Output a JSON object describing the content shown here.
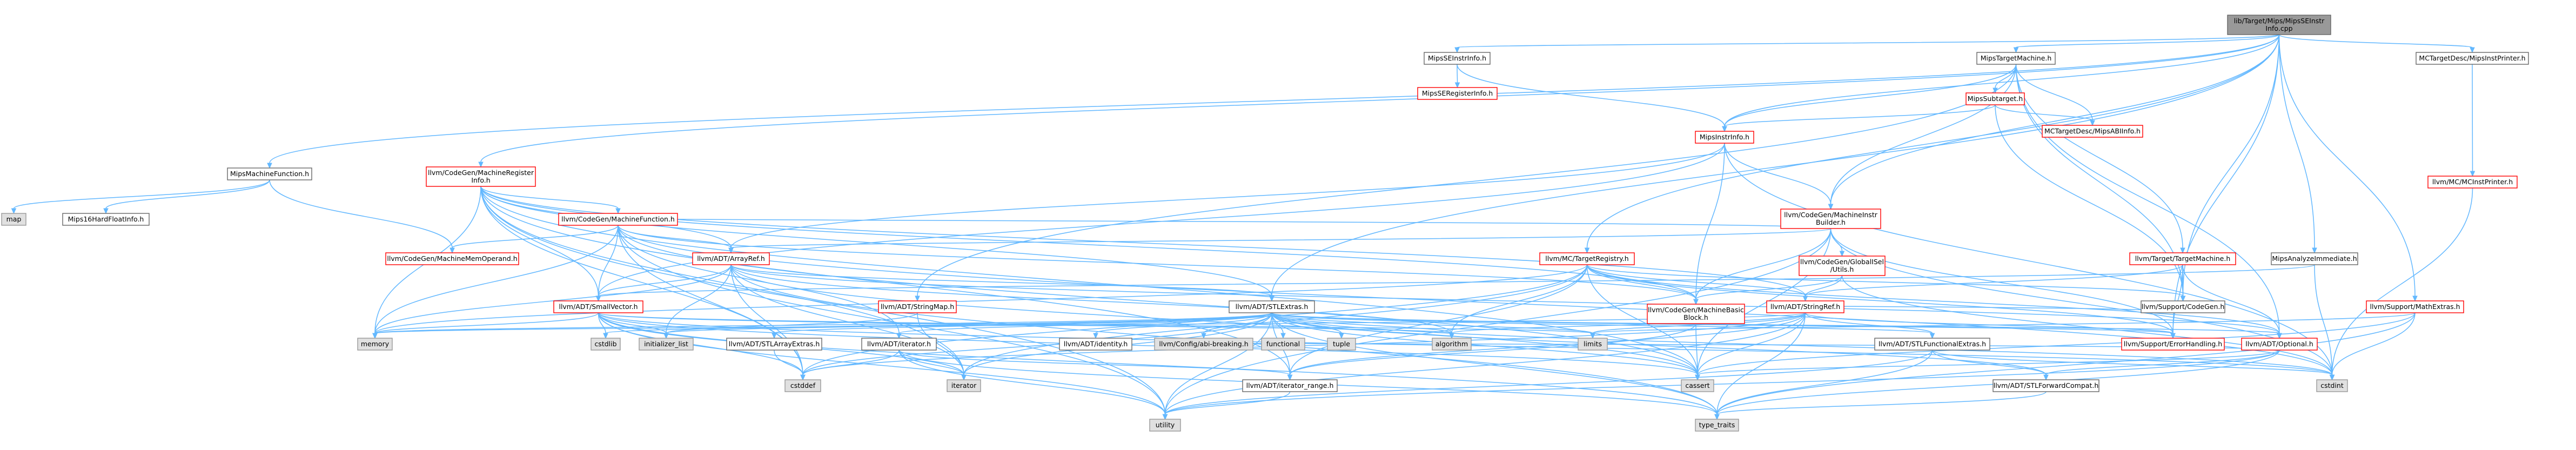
{
  "colors": {
    "edge": "#63b8ff",
    "border_red": "#ff0000",
    "border_gray": "#999999",
    "border_dark": "#666666",
    "fill_default": "#ffffff",
    "fill_gray": "#e0e0e0",
    "fill_root": "#999999",
    "text": "#000000"
  },
  "nodes": [
    {
      "id": "root",
      "label": [
        "lib/Target/Mips/MipsSEInstr",
        "Info.cpp"
      ],
      "style": "root"
    },
    {
      "id": "tm",
      "label": [
        "MipsTargetMachine.h"
      ],
      "style": "plain"
    },
    {
      "id": "seii",
      "label": [
        "MipsSEInstrInfo.h"
      ],
      "style": "plain"
    },
    {
      "id": "mctd",
      "label": [
        "MCTargetDesc/MipsInstPrinter.h"
      ],
      "style": "plain"
    },
    {
      "id": "serinfo",
      "label": [
        "MipsSERegisterInfo.h"
      ],
      "style": "red"
    },
    {
      "id": "subtarget",
      "label": [
        "MipsSubtarget.h"
      ],
      "style": "red"
    },
    {
      "id": "mcabi",
      "label": [
        "MCTargetDesc/MipsABIInfo.h"
      ],
      "style": "red"
    },
    {
      "id": "mcinstprinter",
      "label": [
        "llvm/MC/MCInstPrinter.h"
      ],
      "style": "red"
    },
    {
      "id": "instrinfo",
      "label": [
        "MipsInstrInfo.h"
      ],
      "style": "red"
    },
    {
      "id": "mmf",
      "label": [
        "MipsMachineFunction.h"
      ],
      "style": "plain"
    },
    {
      "id": "mrinfo",
      "label": [
        "llvm/CodeGen/MachineRegister",
        "Info.h"
      ],
      "style": "red"
    },
    {
      "id": "mib",
      "label": [
        "llvm/CodeGen/MachineInstr",
        "Builder.h"
      ],
      "style": "red"
    },
    {
      "id": "map",
      "label": [
        "map"
      ],
      "style": "gray"
    },
    {
      "id": "m16",
      "label": [
        "Mips16HardFloatInfo.h"
      ],
      "style": "plain"
    },
    {
      "id": "mfunc",
      "label": [
        "llvm/CodeGen/MachineFunction.h"
      ],
      "style": "red"
    },
    {
      "id": "mmo",
      "label": [
        "llvm/CodeGen/MachineMemOperand.h"
      ],
      "style": "red"
    },
    {
      "id": "arrayref",
      "label": [
        "llvm/ADT/ArrayRef.h"
      ],
      "style": "red"
    },
    {
      "id": "treg",
      "label": [
        "llvm/MC/TargetRegistry.h"
      ],
      "style": "red"
    },
    {
      "id": "gisel",
      "label": [
        "llvm/CodeGen/GlobalISel",
        "/Utils.h"
      ],
      "style": "red"
    },
    {
      "id": "ttm",
      "label": [
        "llvm/Target/TargetMachine.h"
      ],
      "style": "red"
    },
    {
      "id": "mai",
      "label": [
        "MipsAnalyzeImmediate.h"
      ],
      "style": "plain"
    },
    {
      "id": "smallvec",
      "label": [
        "llvm/ADT/SmallVector.h"
      ],
      "style": "red"
    },
    {
      "id": "stringmap",
      "label": [
        "llvm/ADT/StringMap.h"
      ],
      "style": "red"
    },
    {
      "id": "stlextras",
      "label": [
        "llvm/ADT/STLExtras.h"
      ],
      "style": "plain"
    },
    {
      "id": "mbb",
      "label": [
        "llvm/CodeGen/MachineBasic",
        "Block.h"
      ],
      "style": "red"
    },
    {
      "id": "stringref",
      "label": [
        "llvm/ADT/StringRef.h"
      ],
      "style": "red"
    },
    {
      "id": "codegen",
      "label": [
        "llvm/Support/CodeGen.h"
      ],
      "style": "plain"
    },
    {
      "id": "mathextras",
      "label": [
        "llvm/Support/MathExtras.h"
      ],
      "style": "red"
    },
    {
      "id": "memory",
      "label": [
        "memory"
      ],
      "style": "gray"
    },
    {
      "id": "cstdlib",
      "label": [
        "cstdlib"
      ],
      "style": "gray"
    },
    {
      "id": "initlist",
      "label": [
        "initializer_list"
      ],
      "style": "gray"
    },
    {
      "id": "stlarray",
      "label": [
        "llvm/ADT/STLArrayExtras.h"
      ],
      "style": "plain"
    },
    {
      "id": "adtiter",
      "label": [
        "llvm/ADT/iterator.h"
      ],
      "style": "plain"
    },
    {
      "id": "identity",
      "label": [
        "llvm/ADT/identity.h"
      ],
      "style": "plain"
    },
    {
      "id": "abibreak",
      "label": [
        "llvm/Config/abi-breaking.h"
      ],
      "style": "gray"
    },
    {
      "id": "functional",
      "label": [
        "functional"
      ],
      "style": "gray"
    },
    {
      "id": "tuple",
      "label": [
        "tuple"
      ],
      "style": "gray"
    },
    {
      "id": "algorithm",
      "label": [
        "algorithm"
      ],
      "style": "gray"
    },
    {
      "id": "limits",
      "label": [
        "limits"
      ],
      "style": "gray"
    },
    {
      "id": "stlfunc",
      "label": [
        "llvm/ADT/STLFunctionalExtras.h"
      ],
      "style": "plain"
    },
    {
      "id": "errh",
      "label": [
        "llvm/Support/ErrorHandling.h"
      ],
      "style": "red"
    },
    {
      "id": "optional",
      "label": [
        "llvm/ADT/Optional.h"
      ],
      "style": "red"
    },
    {
      "id": "cstddef",
      "label": [
        "cstddef"
      ],
      "style": "gray"
    },
    {
      "id": "iterator",
      "label": [
        "iterator"
      ],
      "style": "gray"
    },
    {
      "id": "iterrange",
      "label": [
        "llvm/ADT/iterator_range.h"
      ],
      "style": "plain"
    },
    {
      "id": "cassert",
      "label": [
        "cassert"
      ],
      "style": "gray"
    },
    {
      "id": "stlfwd",
      "label": [
        "llvm/ADT/STLForwardCompat.h"
      ],
      "style": "plain"
    },
    {
      "id": "cstdint",
      "label": [
        "cstdint"
      ],
      "style": "gray"
    },
    {
      "id": "utility",
      "label": [
        "utility"
      ],
      "style": "gray"
    },
    {
      "id": "typetraits",
      "label": [
        "type_traits"
      ],
      "style": "gray"
    }
  ],
  "edges": [
    [
      "root",
      "tm"
    ],
    [
      "root",
      "seii"
    ],
    [
      "root",
      "mctd"
    ],
    [
      "root",
      "mrinfo"
    ],
    [
      "root",
      "mmf"
    ],
    [
      "root",
      "instrinfo"
    ],
    [
      "root",
      "mib"
    ],
    [
      "root",
      "treg"
    ],
    [
      "root",
      "stlextras"
    ],
    [
      "root",
      "mai"
    ],
    [
      "root",
      "mathextras"
    ],
    [
      "root",
      "errh"
    ],
    [
      "root",
      "codegen"
    ],
    [
      "tm",
      "subtarget"
    ],
    [
      "tm",
      "mcabi"
    ],
    [
      "tm",
      "ttm"
    ],
    [
      "tm",
      "instrinfo"
    ],
    [
      "tm",
      "stringmap"
    ],
    [
      "tm",
      "codegen"
    ],
    [
      "tm",
      "optional"
    ],
    [
      "tm",
      "mib"
    ],
    [
      "seii",
      "serinfo"
    ],
    [
      "seii",
      "instrinfo"
    ],
    [
      "mctd",
      "mcinstprinter"
    ],
    [
      "mcinstprinter",
      "cstdint"
    ],
    [
      "subtarget",
      "mcabi"
    ],
    [
      "subtarget",
      "instrinfo"
    ],
    [
      "subtarget",
      "codegen"
    ],
    [
      "instrinfo",
      "mib"
    ],
    [
      "instrinfo",
      "mbb"
    ],
    [
      "instrinfo",
      "arrayref"
    ],
    [
      "instrinfo",
      "cstdint"
    ],
    [
      "instrinfo",
      "smallvec"
    ],
    [
      "mmf",
      "map"
    ],
    [
      "mmf",
      "m16"
    ],
    [
      "mmf",
      "mmo"
    ],
    [
      "mrinfo",
      "mfunc"
    ],
    [
      "mrinfo",
      "arrayref"
    ],
    [
      "mrinfo",
      "smallvec"
    ],
    [
      "mrinfo",
      "mbb"
    ],
    [
      "mrinfo",
      "stlextras"
    ],
    [
      "mrinfo",
      "memory"
    ],
    [
      "mrinfo",
      "utility"
    ],
    [
      "mrinfo",
      "iterator"
    ],
    [
      "mrinfo",
      "cstddef"
    ],
    [
      "mrinfo",
      "cassert"
    ],
    [
      "mrinfo",
      "stringref"
    ],
    [
      "mrinfo",
      "iterrange"
    ],
    [
      "mib",
      "mfunc"
    ],
    [
      "mib",
      "mbb"
    ],
    [
      "mib",
      "gisel"
    ],
    [
      "mib",
      "arrayref"
    ],
    [
      "mib",
      "errh"
    ],
    [
      "mib",
      "cassert"
    ],
    [
      "mib",
      "cstdint"
    ],
    [
      "mib",
      "utility"
    ],
    [
      "mfunc",
      "mmo"
    ],
    [
      "mfunc",
      "arrayref"
    ],
    [
      "mfunc",
      "smallvec"
    ],
    [
      "mfunc",
      "memory"
    ],
    [
      "mfunc",
      "mbb"
    ],
    [
      "mfunc",
      "adtiter"
    ],
    [
      "mfunc",
      "cstddef"
    ],
    [
      "mfunc",
      "cassert"
    ],
    [
      "mfunc",
      "cstdint"
    ],
    [
      "mfunc",
      "utility"
    ],
    [
      "arrayref",
      "smallvec"
    ],
    [
      "arrayref",
      "stlextras"
    ],
    [
      "arrayref",
      "algorithm"
    ],
    [
      "arrayref",
      "array"
    ],
    [
      "arrayref",
      "cassert"
    ],
    [
      "arrayref",
      "cstddef"
    ],
    [
      "arrayref",
      "initlist"
    ],
    [
      "arrayref",
      "iterator"
    ],
    [
      "arrayref",
      "memory"
    ],
    [
      "arrayref",
      "typetraits"
    ],
    [
      "arrayref",
      "vector"
    ],
    [
      "arrayref",
      "optional"
    ],
    [
      "treg",
      "stringref"
    ],
    [
      "treg",
      "iterrange"
    ],
    [
      "treg",
      "optional"
    ],
    [
      "treg",
      "errh"
    ],
    [
      "treg",
      "algorithm"
    ],
    [
      "treg",
      "cassert"
    ],
    [
      "treg",
      "cstddef"
    ],
    [
      "treg",
      "iterator"
    ],
    [
      "treg",
      "memory"
    ],
    [
      "treg",
      "string"
    ],
    [
      "treg",
      "codegen"
    ],
    [
      "treg",
      "mbb"
    ],
    [
      "gisel",
      "stringref"
    ],
    [
      "gisel",
      "mbb"
    ],
    [
      "gisel",
      "cstdint"
    ],
    [
      "ttm",
      "stringref"
    ],
    [
      "ttm",
      "codegen"
    ],
    [
      "ttm",
      "optional"
    ],
    [
      "ttm",
      "errh"
    ],
    [
      "mai",
      "smallvec"
    ],
    [
      "mai",
      "cstdint"
    ],
    [
      "mathextras",
      "limits"
    ],
    [
      "mathextras",
      "cassert"
    ],
    [
      "mathextras",
      "cstdint"
    ],
    [
      "mathextras",
      "typetraits"
    ],
    [
      "smallvec",
      "memory"
    ],
    [
      "smallvec",
      "cstdlib"
    ],
    [
      "smallvec",
      "initlist"
    ],
    [
      "smallvec",
      "iterator"
    ],
    [
      "smallvec",
      "cstddef"
    ],
    [
      "smallvec",
      "utility"
    ],
    [
      "smallvec",
      "typetraits"
    ],
    [
      "smallvec",
      "limits"
    ],
    [
      "smallvec",
      "algorithm"
    ],
    [
      "smallvec",
      "cassert"
    ],
    [
      "smallvec",
      "cstdint"
    ],
    [
      "stringmap",
      "initlist"
    ],
    [
      "stringmap",
      "iterator"
    ],
    [
      "stlextras",
      "stlarray"
    ],
    [
      "stlextras",
      "adtiter"
    ],
    [
      "stlextras",
      "identity"
    ],
    [
      "stlextras",
      "abibreak"
    ],
    [
      "stlextras",
      "functional"
    ],
    [
      "stlextras",
      "tuple"
    ],
    [
      "stlextras",
      "algorithm"
    ],
    [
      "stlextras",
      "limits"
    ],
    [
      "stlextras",
      "stlfunc"
    ],
    [
      "stlextras",
      "errh"
    ],
    [
      "stlextras",
      "optional"
    ],
    [
      "stlextras",
      "cassert"
    ],
    [
      "stlextras",
      "cstddef"
    ],
    [
      "stlextras",
      "cstdint"
    ],
    [
      "stlextras",
      "iterator"
    ],
    [
      "stlextras",
      "iterrange"
    ],
    [
      "stlextras",
      "stlfwd"
    ],
    [
      "stlextras",
      "utility"
    ],
    [
      "stlextras",
      "typetraits"
    ],
    [
      "stlextras",
      "memory"
    ],
    [
      "stlextras",
      "initlist"
    ],
    [
      "stlextras",
      "cstdlib"
    ],
    [
      "mbb",
      "cassert"
    ],
    [
      "mbb",
      "iterrange"
    ],
    [
      "stringref",
      "stlfunc"
    ],
    [
      "stringref",
      "iterrange"
    ],
    [
      "stringref",
      "algorithm"
    ],
    [
      "stringref",
      "cassert"
    ],
    [
      "stringref",
      "cstddef"
    ],
    [
      "stringref",
      "limits"
    ],
    [
      "stringref",
      "utility"
    ],
    [
      "stringref",
      "typetraits"
    ],
    [
      "stringref",
      "memory"
    ],
    [
      "stringref",
      "errh"
    ],
    [
      "stlarray",
      "cstddef"
    ],
    [
      "adtiter",
      "iterrange"
    ],
    [
      "adtiter",
      "cstddef"
    ],
    [
      "adtiter",
      "iterator"
    ],
    [
      "adtiter",
      "typetraits"
    ],
    [
      "adtiter",
      "utility"
    ],
    [
      "stlfunc",
      "stlfwd"
    ],
    [
      "stlfunc",
      "cstdint"
    ],
    [
      "stlfunc",
      "typetraits"
    ],
    [
      "stlfunc",
      "utility"
    ],
    [
      "optional",
      "stlfwd"
    ],
    [
      "optional",
      "cassert"
    ],
    [
      "optional",
      "cstring"
    ],
    [
      "optional",
      "typetraits"
    ],
    [
      "optional",
      "utility"
    ],
    [
      "optional",
      "abibreak"
    ],
    [
      "iterrange",
      "utility"
    ],
    [
      "stlfwd",
      "typetraits"
    ],
    [
      "codegen",
      "stringref"
    ]
  ]
}
